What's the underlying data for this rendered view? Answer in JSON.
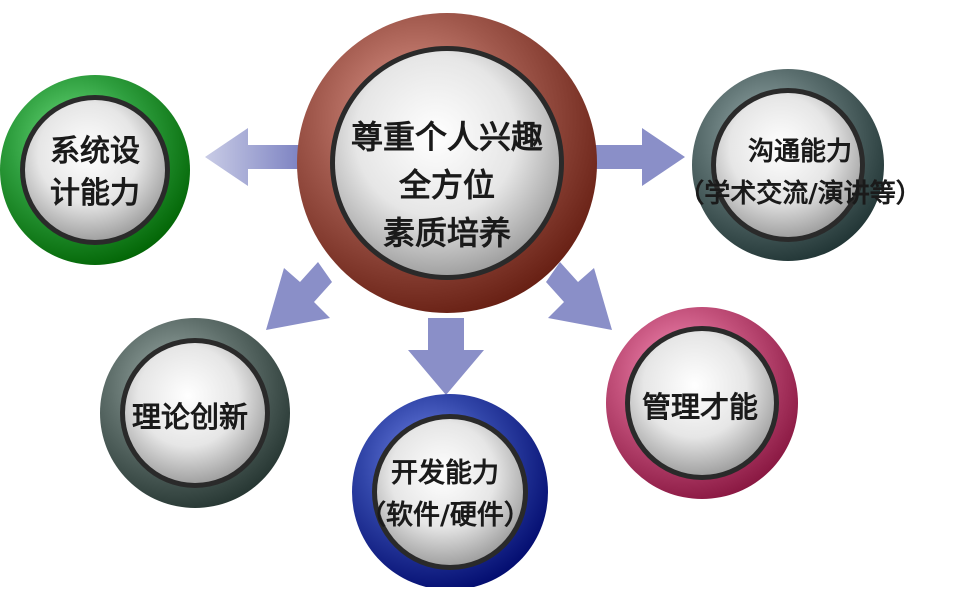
{
  "center": {
    "lines": [
      "尊重个人兴趣",
      "全方位",
      "素质培养"
    ],
    "ring_color": "#a0584c"
  },
  "nodes": [
    {
      "id": "system-design",
      "lines": [
        "系统设",
        "计能力"
      ],
      "ring_color": "#2e9e3e"
    },
    {
      "id": "communication",
      "lines": [
        "沟通能力",
        "（学术交流/演讲等）"
      ],
      "ring_color": "#5a6e6e"
    },
    {
      "id": "theory-innovation",
      "lines": [
        "理论创新"
      ],
      "ring_color": "#5f6f6b"
    },
    {
      "id": "development",
      "lines": [
        "开发能力",
        "（软件/硬件）"
      ],
      "ring_color": "#3145a8"
    },
    {
      "id": "management",
      "lines": [
        "管理才能"
      ],
      "ring_color": "#c2507a"
    }
  ],
  "arrow_color": "#8a8fc8"
}
